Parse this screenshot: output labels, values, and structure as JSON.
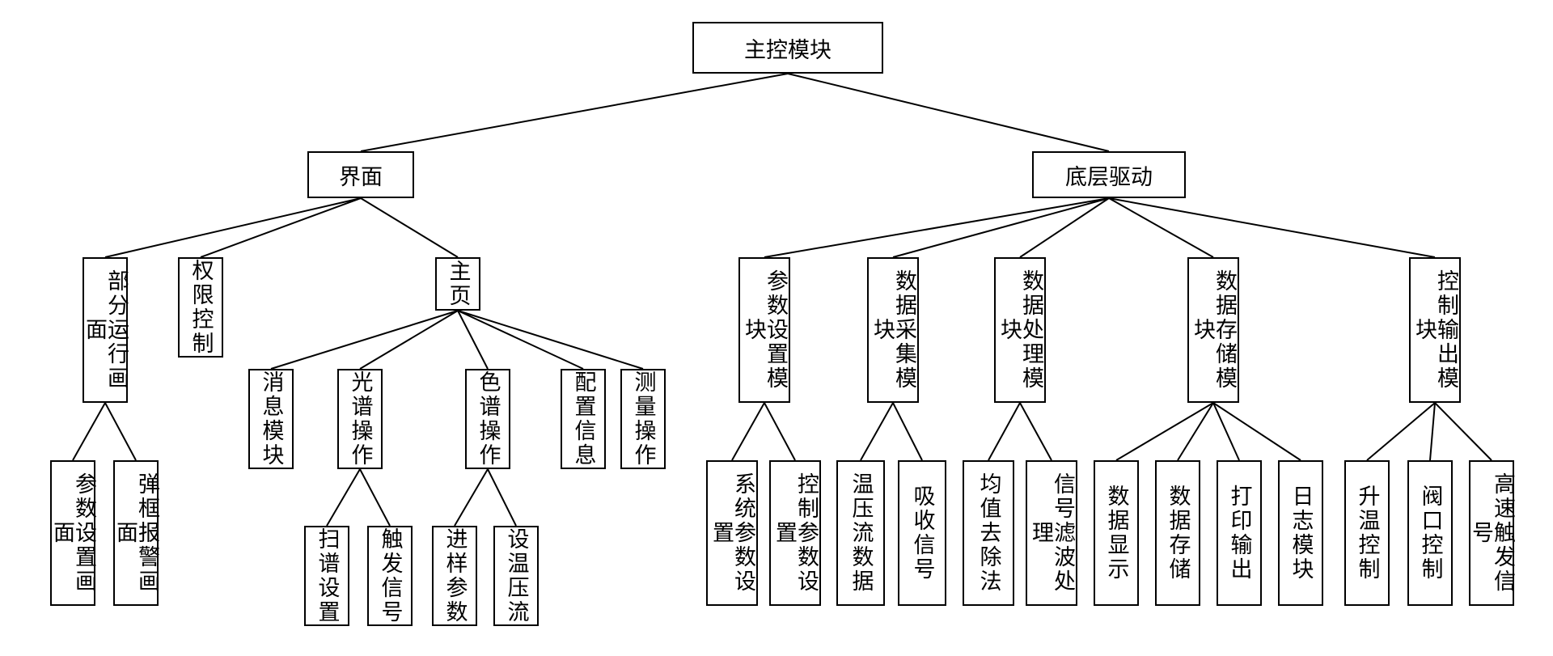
{
  "colors": {
    "line": "#000000",
    "background": "#ffffff"
  },
  "nodes": {
    "root": "主控模块",
    "ui": "界面",
    "driver": "底层驱动",
    "ui_partial_run": "部分运行画面",
    "ui_permission": "权限控制",
    "ui_home": "主页",
    "ui_param_page": "参数设置画面",
    "ui_popup_alarm": "弹框报警画面",
    "home_message": "消息模块",
    "home_spectrum": "光谱操作",
    "home_chromatogram": "色谱操作",
    "home_config": "配置信息",
    "home_measure": "测量操作",
    "spectrum_scan": "扫谱设置",
    "spectrum_trigger": "触发信号",
    "chrom_sample": "进样参数",
    "chrom_tpf": "设温压流",
    "drv_param": "参数设置模块",
    "drv_acquire": "数据采集模块",
    "drv_process": "数据处理模块",
    "drv_store": "数据存储模块",
    "drv_output": "控制输出模块",
    "param_system": "系统参数设置",
    "param_control": "控制参数设置",
    "acq_tpf_data": "温压流数据",
    "acq_absorb": "吸收信号",
    "proc_mean": "均值去除法",
    "proc_filter": "信号滤波处理",
    "store_display": "数据显示",
    "store_store": "数据存储",
    "store_print": "打印输出",
    "store_log": "日志模块",
    "out_heat": "升温控制",
    "out_valve": "阀口控制",
    "out_trigger": "高速触发信号"
  }
}
